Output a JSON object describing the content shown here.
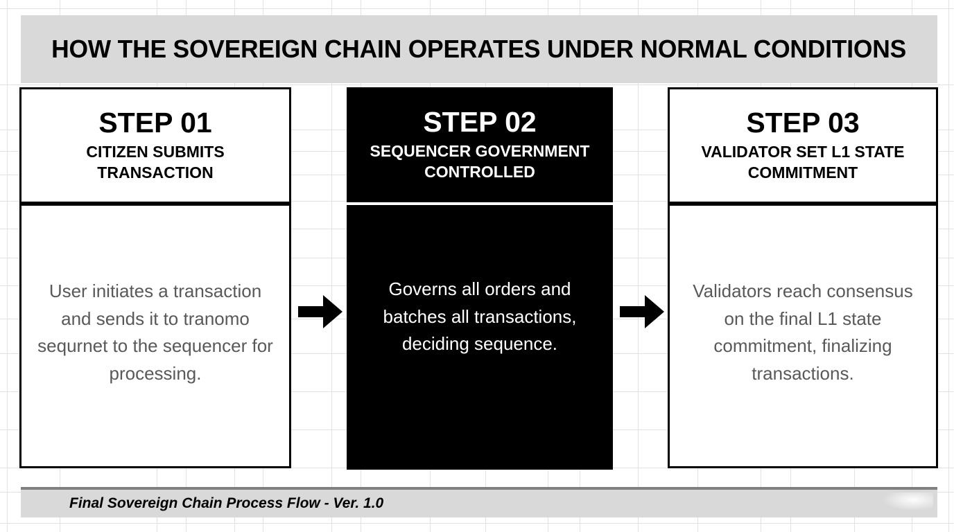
{
  "header": {
    "title": "HOW THE SOVEREIGN CHAIN OPERATES UNDER NORMAL CONDITIONS",
    "background_color": "#d9d9d9",
    "text_color": "#000000"
  },
  "steps": [
    {
      "number": "STEP 01",
      "subtitle": "CITIZEN SUBMITS TRANSACTION",
      "body": "User initiates a transaction and sends it to tranomo sequrnet to the sequencer for processing.",
      "theme": "light",
      "background_color": "#ffffff",
      "border_color": "#000000",
      "body_text_color": "#595959"
    },
    {
      "number": "STEP 02",
      "subtitle": "SEQUENCER GOVERNMENT CONTROLLED",
      "body": "Governs all orders and batches all transactions, deciding sequence.",
      "theme": "dark",
      "background_color": "#000000",
      "border_color": "#ffffff",
      "body_text_color": "#ffffff"
    },
    {
      "number": "STEP 03",
      "subtitle": "VALIDATOR SET L1 STATE COMMITMENT",
      "body": "Validators reach consensus on the final L1 state commitment, finalizing transactions.",
      "theme": "light",
      "background_color": "#ffffff",
      "border_color": "#000000",
      "body_text_color": "#595959"
    }
  ],
  "connectors": [
    {
      "icon": "arrow-right-icon",
      "color": "#000000"
    },
    {
      "icon": "arrow-right-icon",
      "color": "#000000"
    }
  ],
  "footer": {
    "text": "Final Sovereign Chain Process Flow - Ver. 1.0",
    "background_color": "#d9d9d9",
    "rule_color": "#808080"
  },
  "background": {
    "style": "spreadsheet-grid",
    "line_color": "#e2e2e2",
    "page_color": "#ffffff"
  }
}
